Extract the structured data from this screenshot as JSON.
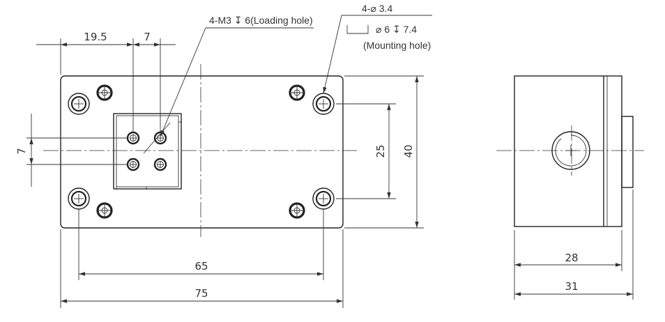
{
  "front_view": {
    "dims": {
      "offset_x": "19.5",
      "pitch_x": "7",
      "pitch_y": "7",
      "mount_height": "25",
      "body_height": "40",
      "mount_width": "65",
      "body_width": "75"
    },
    "loading_hole_note": "4-M3 ↧ 6(Loading hole)",
    "mounting_hole_note": {
      "line1": "4-⌀ 3.4",
      "line2": "⌀ 6 ↧ 7.4",
      "line3": "(Mounting hole)"
    }
  },
  "side_view": {
    "dims": {
      "body_depth": "28",
      "total_depth": "31"
    }
  }
}
